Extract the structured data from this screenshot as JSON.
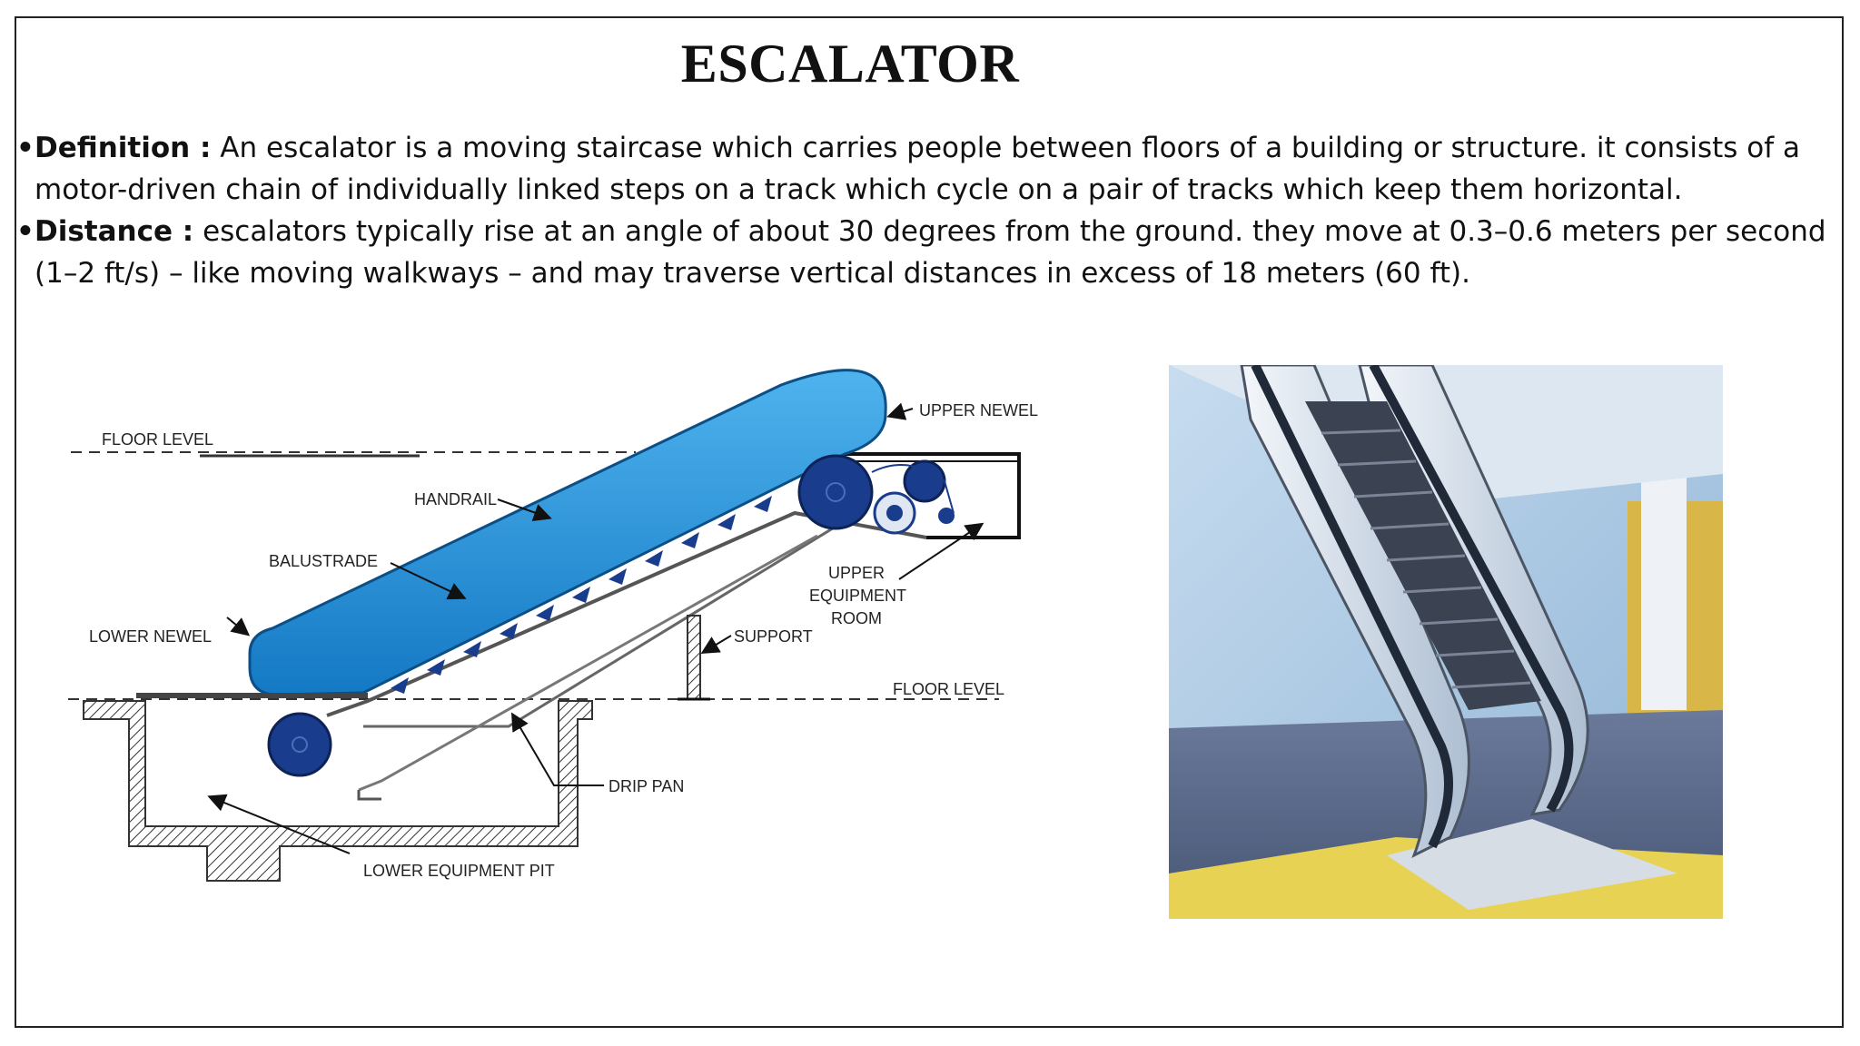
{
  "slide": {
    "title": "ESCALATOR",
    "bullets": [
      {
        "label": "Definition :",
        "text": " An escalator is a moving staircase which carries people between floors of a building or structure. it consists of a motor-driven chain of individually linked steps on a track which cycle on a pair of tracks which keep them horizontal."
      },
      {
        "label": "Distance :",
        "text": " escalators typically rise at an angle of about 30 degrees from the ground. they move at 0.3–0.6 meters per second (1–2 ft/s) – like moving walkways – and may traverse vertical distances in excess of 18 meters (60 ft)."
      }
    ]
  },
  "diagram": {
    "labels": {
      "floor_level_top": "FLOOR LEVEL",
      "upper_newel": "UPPER NEWEL",
      "handrail": "HANDRAIL",
      "balustrade": "BALUSTRADE",
      "upper_equipment_1": "UPPER",
      "upper_equipment_2": "EQUIPMENT",
      "upper_equipment_3": "ROOM",
      "lower_newel": "LOWER NEWEL",
      "support": "SUPPORT",
      "floor_level_bottom": "FLOOR LEVEL",
      "drip_pan": "DRIP PAN",
      "lower_equipment_pit": "LOWER EQUIPMENT PIT"
    }
  },
  "colors": {
    "balustrade_blue": "#1e90d8",
    "wheel_navy": "#1a3c8c"
  }
}
